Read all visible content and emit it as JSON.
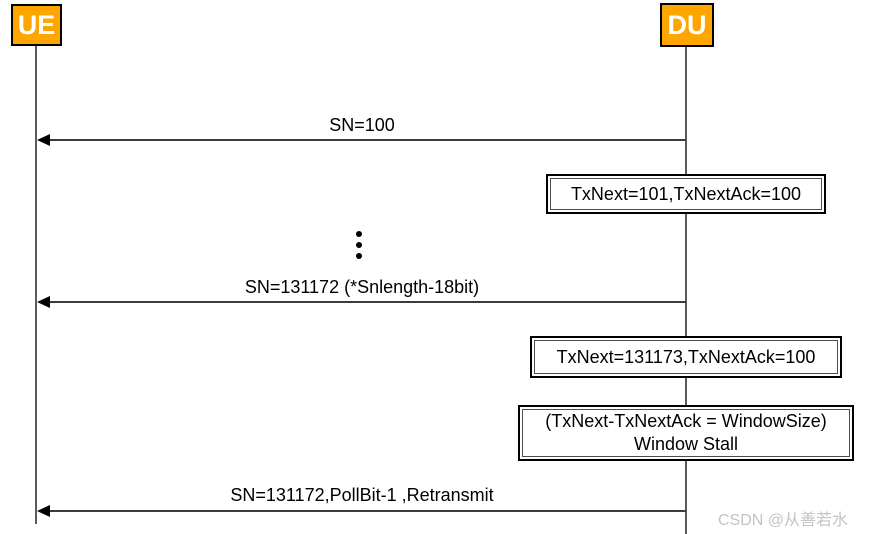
{
  "diagram": {
    "type": "sequence",
    "actors": [
      {
        "id": "ue",
        "label": "UE"
      },
      {
        "id": "du",
        "label": "DU"
      }
    ],
    "messages": [
      {
        "label": "SN=100",
        "from": "DU",
        "to": "UE"
      },
      {
        "label": "SN=131172 (*Snlength-18bit)",
        "from": "DU",
        "to": "UE"
      },
      {
        "label": "SN=131172,PollBit-1 ,Retransmit",
        "from": "DU",
        "to": "UE"
      }
    ],
    "notes": [
      {
        "lines": [
          "TxNext=101,TxNextAck=100"
        ]
      },
      {
        "lines": [
          "TxNext=131173,TxNextAck=100"
        ]
      },
      {
        "lines": [
          "(TxNext-TxNextAck = WindowSize)",
          "Window Stall"
        ]
      }
    ],
    "ellipsis": "time passes",
    "watermark": "CSDN @从善若水",
    "colors": {
      "actor_fill": "#FFA500",
      "actor_border": "#000000",
      "lifeline": "#5a5a5a",
      "arrow": "#3c3c3c",
      "note_border": "#000000",
      "watermark": "#c3c3c3"
    }
  }
}
